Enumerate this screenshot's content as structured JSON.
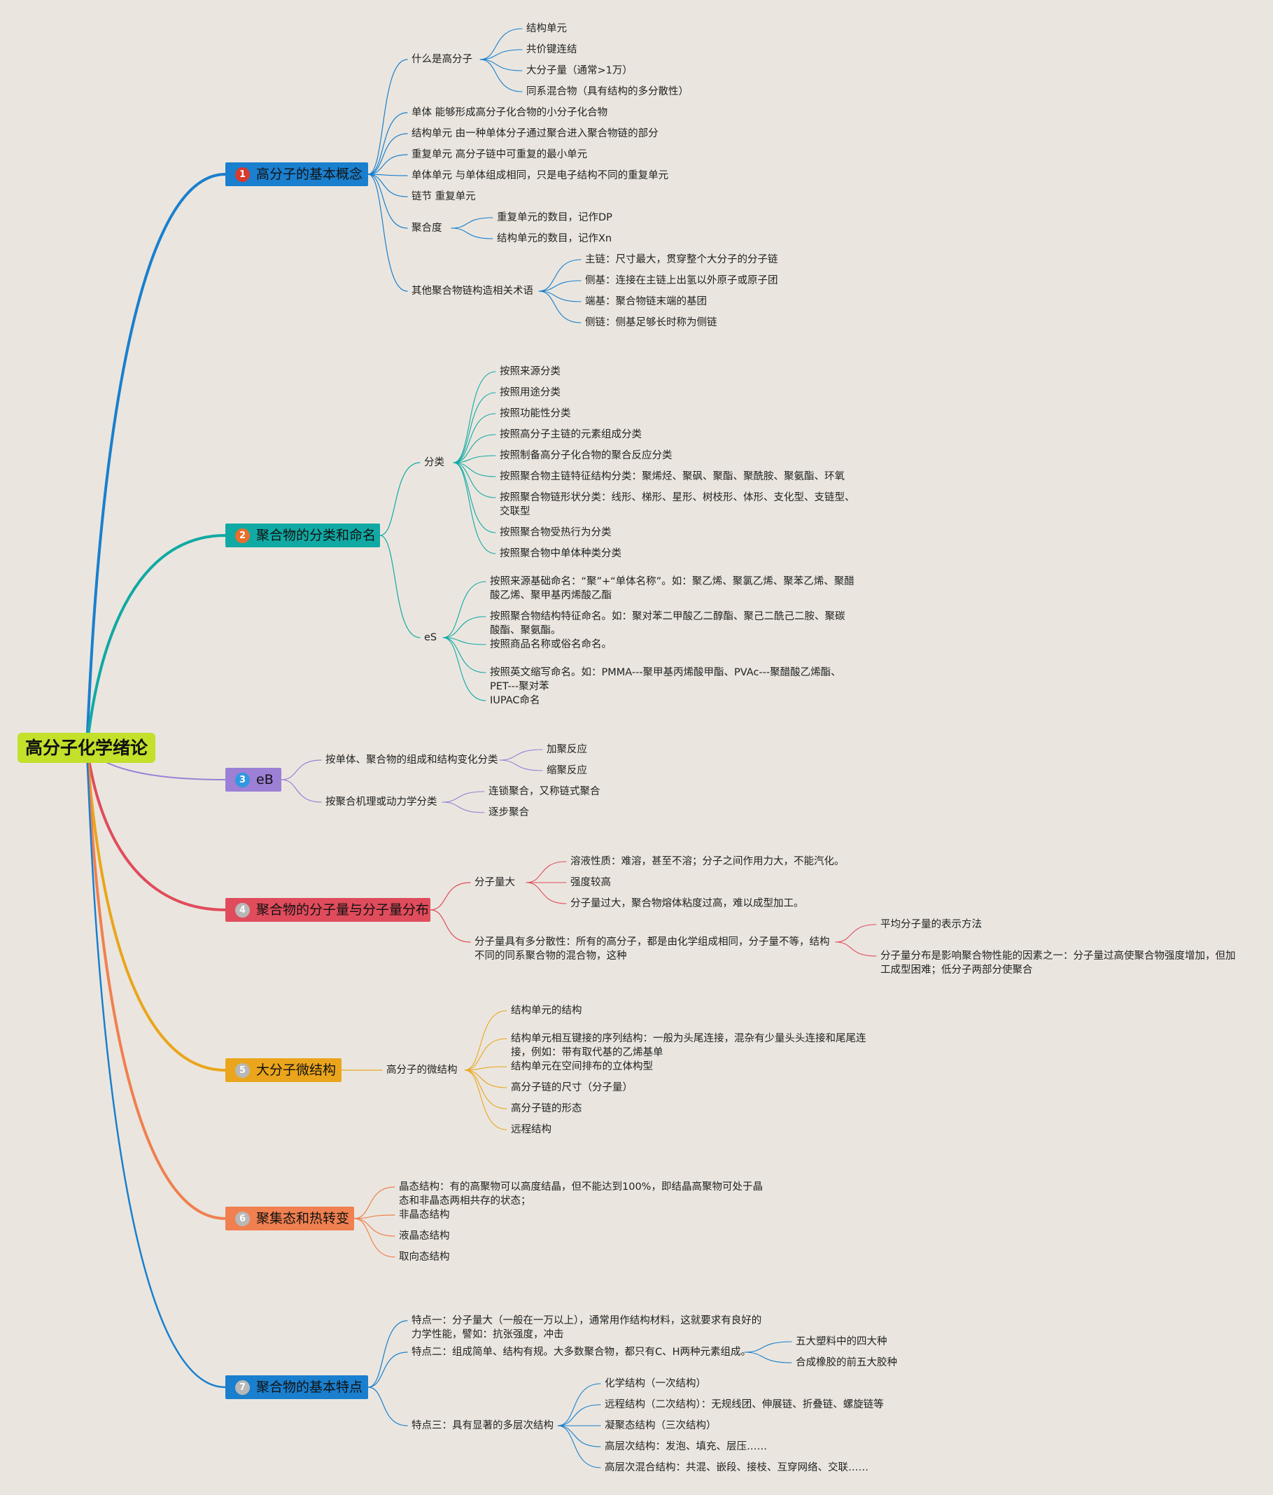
{
  "root": "高分子化学绪论",
  "colors": {
    "background": "#eae6df",
    "root": "#c3e02a"
  },
  "branches": [
    {
      "num": "1",
      "label": "高分子的基本概念",
      "color": "#1a7fce",
      "numColor": "#d83a2e",
      "textColor": "#111",
      "children": [
        {
          "label": "什么是高分子",
          "children": [
            {
              "label": "结构单元"
            },
            {
              "label": "共价键连结"
            },
            {
              "label": "大分子量（通常>1万）"
            },
            {
              "label": "同系混合物（具有结构的多分散性）"
            }
          ]
        },
        {
          "label": "单体 能够形成高分子化合物的小分子化合物"
        },
        {
          "label": "结构单元 由一种单体分子通过聚合进入聚合物链的部分"
        },
        {
          "label": "重复单元 高分子链中可重复的最小单元"
        },
        {
          "label": "单体单元 与单体组成相同，只是电子结构不同的重复单元"
        },
        {
          "label": "链节 重复单元"
        },
        {
          "label": "聚合度",
          "children": [
            {
              "label": "重复单元的数目，记作DP"
            },
            {
              "label": "结构单元的数目，记作Xn"
            }
          ]
        },
        {
          "label": "其他聚合物链构造相关术语",
          "children": [
            {
              "label": "主链：尺寸最大，贯穿整个大分子的分子链"
            },
            {
              "label": "侧基：连接在主链上出氢以外原子或原子团"
            },
            {
              "label": "端基：聚合物链末端的基团"
            },
            {
              "label": "侧链：侧基足够长时称为侧链"
            }
          ]
        }
      ]
    },
    {
      "num": "2",
      "label": "聚合物的分类和命名",
      "color": "#11a9a4",
      "numColor": "#e96e2a",
      "textColor": "#111",
      "children": [
        {
          "label": "分类",
          "children": [
            {
              "label": "按照来源分类"
            },
            {
              "label": "按照用途分类"
            },
            {
              "label": "按照功能性分类"
            },
            {
              "label": "按照高分子主链的元素组成分类"
            },
            {
              "label": "按照制备高分子化合物的聚合反应分类"
            },
            {
              "label": "按照聚合物主链特征结构分类：聚烯烃、聚砜、聚酯、聚酰胺、聚氨酯、环氧"
            },
            {
              "label": "按照聚合物链形状分类：线形、梯形、星形、树枝形、体形、支化型、支链型、\n交联型"
            },
            {
              "label": "按照聚合物受热行为分类"
            },
            {
              "label": "按照聚合物中单体种类分类"
            }
          ]
        },
        {
          "label": "eS",
          "children": [
            {
              "label": "按照来源基础命名：“聚”+“单体名称”。如：聚乙烯、聚氯乙烯、聚苯乙烯、聚醋\n酸乙烯、聚甲基丙烯酸乙酯"
            },
            {
              "label": "按照聚合物结构特征命名。如：聚对苯二甲酸乙二醇酯、聚己二酰己二胺、聚碳\n酸酯、聚氨酯。"
            },
            {
              "label": "按照商品名称或俗名命名。"
            },
            {
              "label": "按照英文缩写命名。如：PMMA---聚甲基丙烯酸甲酯、PVAc---聚醋酸乙烯酯、\nPET---聚对苯"
            },
            {
              "label": "IUPAC命名"
            }
          ]
        }
      ]
    },
    {
      "num": "3",
      "label": "eB",
      "color": "#9b80d6",
      "numColor": "#3098e0",
      "textColor": "#111",
      "children": [
        {
          "label": "按单体、聚合物的组成和结构变化分类",
          "children": [
            {
              "label": "加聚反应"
            },
            {
              "label": "缩聚反应"
            }
          ]
        },
        {
          "label": "按聚合机理或动力学分类",
          "children": [
            {
              "label": "连锁聚合，又称链式聚合"
            },
            {
              "label": "逐步聚合"
            }
          ]
        }
      ]
    },
    {
      "num": "4",
      "label": "聚合物的分子量与分子量分布",
      "color": "#e04c5c",
      "numColor": "#b8b8b8",
      "textColor": "#111",
      "children": [
        {
          "label": "分子量大",
          "children": [
            {
              "label": "溶液性质：难溶，甚至不溶；分子之间作用力大，不能汽化。"
            },
            {
              "label": "强度较高"
            },
            {
              "label": "分子量过大，聚合物熔体粘度过高，难以成型加工。"
            }
          ]
        },
        {
          "label": "分子量具有多分散性：所有的高分子，都是由化学组成相同，分子量不等，结构\n不同的同系聚合物的混合物，这种",
          "children": [
            {
              "label": "平均分子量的表示方法"
            },
            {
              "label": "分子量分布是影响聚合物性能的因素之一：分子量过高使聚合物强度增加，但加\n工成型困难；低分子两部分使聚合"
            }
          ]
        }
      ]
    },
    {
      "num": "5",
      "label": "大分子微结构",
      "color": "#eaa51c",
      "numColor": "#b8b8b8",
      "textColor": "#111",
      "children": [
        {
          "label": "高分子的微结构",
          "children": [
            {
              "label": "结构单元的结构"
            },
            {
              "label": "结构单元相互键接的序列结构：一般为头尾连接，混杂有少量头头连接和尾尾连\n接，例如：带有取代基的乙烯基单"
            },
            {
              "label": "结构单元在空间排布的立体构型"
            },
            {
              "label": "高分子链的尺寸（分子量）"
            },
            {
              "label": "高分子链的形态"
            },
            {
              "label": "远程结构"
            }
          ]
        }
      ]
    },
    {
      "num": "6",
      "label": "聚集态和热转变",
      "color": "#f08050",
      "numColor": "#b8b8b8",
      "textColor": "#111",
      "children": [
        {
          "label": "晶态结构：有的高聚物可以高度结晶，但不能达到100%，即结晶高聚物可处于晶\n态和非晶态两相共存的状态；"
        },
        {
          "label": "非晶态结构"
        },
        {
          "label": "液晶态结构"
        },
        {
          "label": "取向态结构"
        }
      ]
    },
    {
      "num": "7",
      "label": "聚合物的基本特点",
      "color": "#1a7fce",
      "numColor": "#b8b8b8",
      "textColor": "#111",
      "children": [
        {
          "label": "特点一：分子量大（一般在一万以上），通常用作结构材料，这就要求有良好的\n力学性能，譬如：抗张强度，冲击"
        },
        {
          "label": "特点二：组成简单、结构有规。大多数聚合物，都只有C、H两种元素组成。",
          "children": [
            {
              "label": "五大塑料中的四大种"
            },
            {
              "label": "合成橡胶的前五大胶种"
            }
          ]
        },
        {
          "label": "特点三：具有显著的多层次结构",
          "children": [
            {
              "label": "化学结构（一次结构）"
            },
            {
              "label": "远程结构（二次结构）：无规线团、伸展链、折叠链、螺旋链等"
            },
            {
              "label": "凝聚态结构（三次结构）"
            },
            {
              "label": "高层次结构：发泡、填充、层压……"
            },
            {
              "label": "高层次混合结构：共混、嵌段、接枝、互穿网络、交联……"
            }
          ]
        }
      ]
    }
  ]
}
